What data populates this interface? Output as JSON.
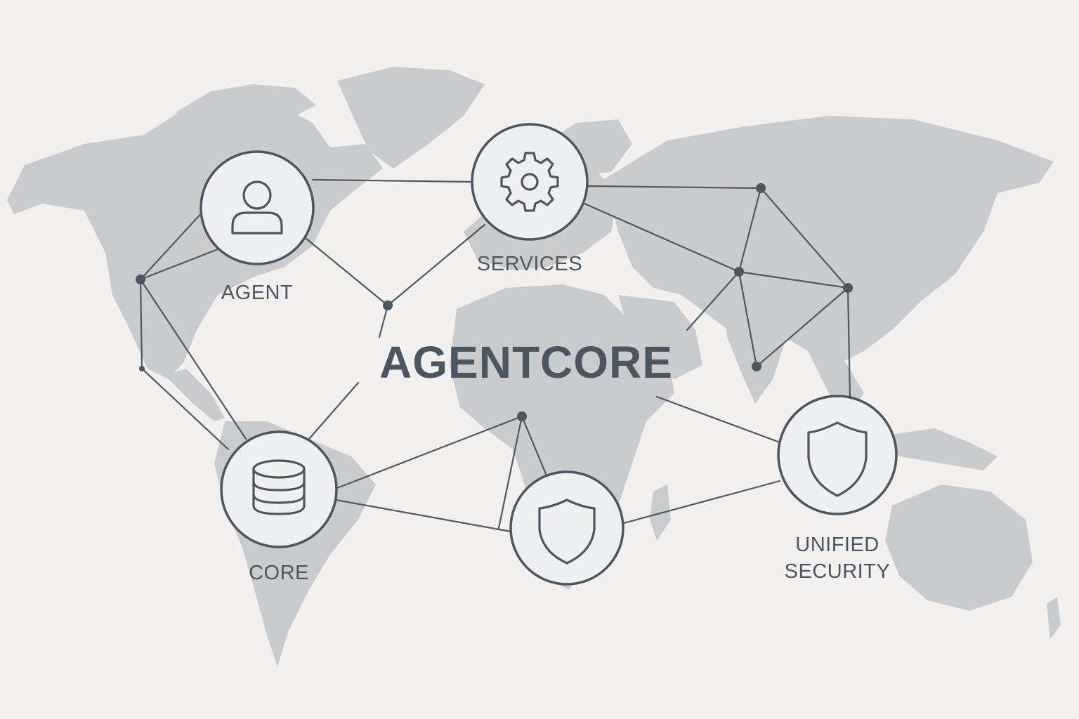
{
  "title": "AGENTCORE",
  "nodes": {
    "agent": {
      "label": "AGENT",
      "icon": "user-icon"
    },
    "services": {
      "label": "SERVICES",
      "icon": "gear-icon"
    },
    "core": {
      "label": "CORE",
      "icon": "database-icon"
    },
    "shield_center": {
      "label": "",
      "icon": "shield-icon"
    },
    "unified_security": {
      "label_line1": "UNIFIED",
      "label_line2": "SECURITY",
      "icon": "shield-icon"
    }
  },
  "colors": {
    "background": "#f1f0ee",
    "map": "#c9cbcd",
    "ink": "#4b5760"
  }
}
